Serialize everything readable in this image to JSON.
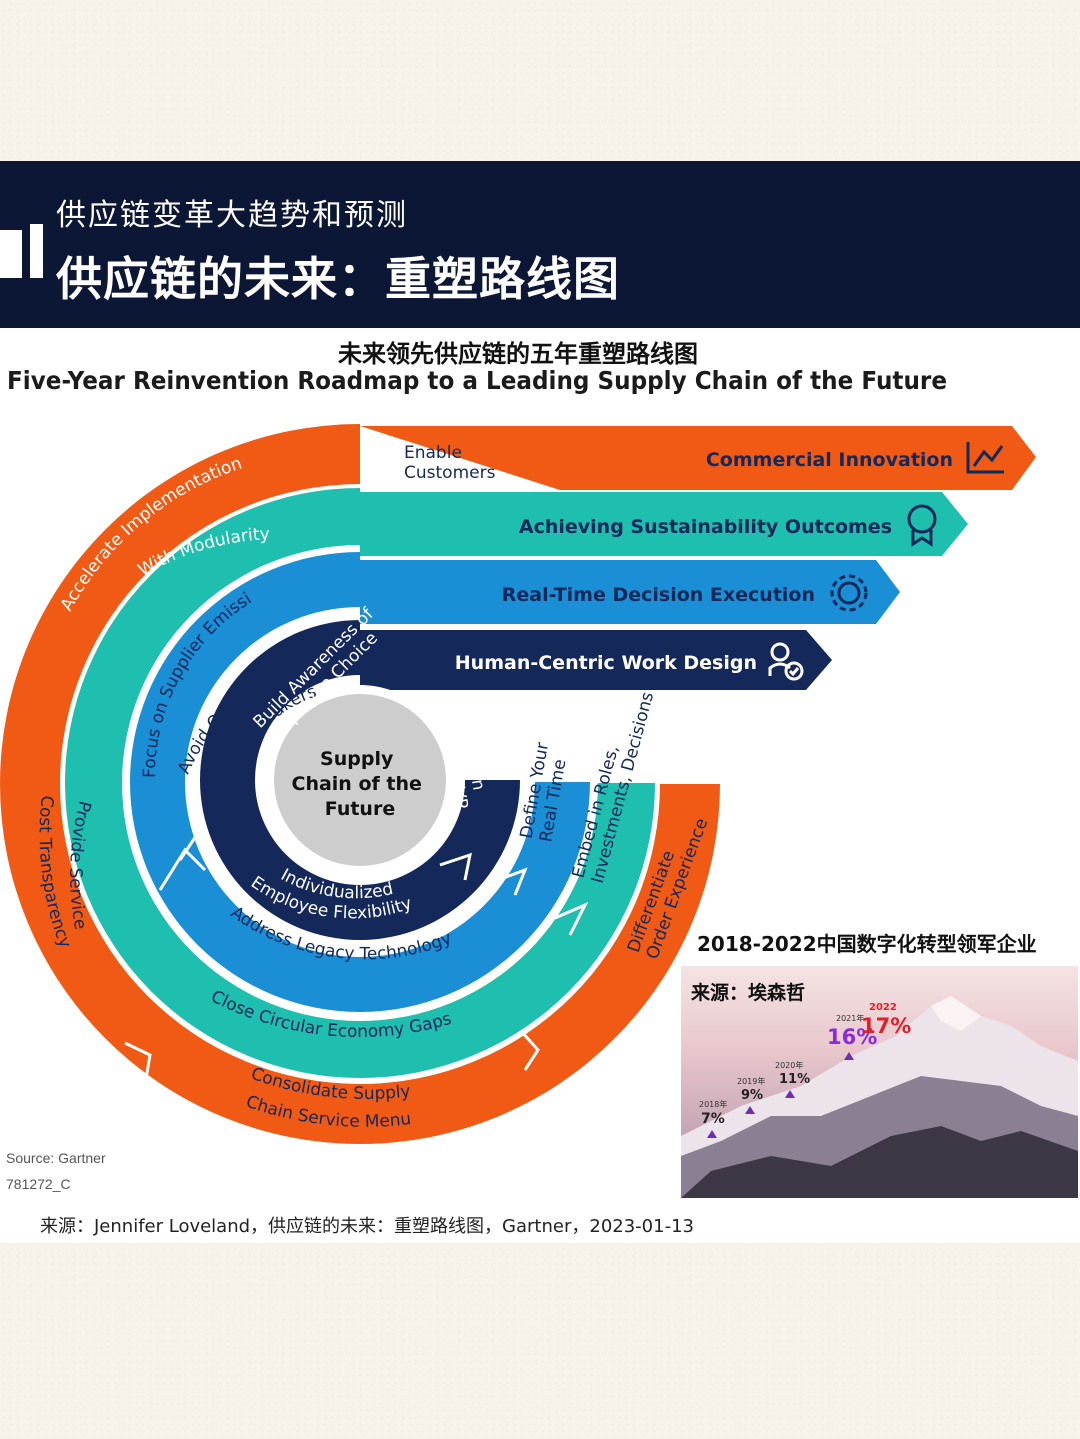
{
  "header": {
    "subtitle": "供应链变革大趋势和预测",
    "title": "供应链的未来：重塑路线图"
  },
  "figure": {
    "title_cn": "未来领先供应链的五年重塑路线图",
    "title_en": "Five-Year Reinvention Roadmap to a Leading Supply Chain of the Future",
    "center": [
      "Supply",
      "Chain of the",
      "Future"
    ],
    "arrows": [
      {
        "label": "Commercial Innovation",
        "color": "#f05a14",
        "icon": "trend-chart-icon"
      },
      {
        "label": "Achieving Sustainability Outcomes",
        "color": "#1fbfb0",
        "icon": "ribbon-award-icon"
      },
      {
        "label": "Real-Time Decision Execution",
        "color": "#1b8fd6",
        "icon": "gear-icon"
      },
      {
        "label": "Human-Centric Work Design",
        "color": "#14285a",
        "icon": "person-check-icon"
      }
    ],
    "ring_labels": {
      "enable_customers": [
        "Enable",
        "Customers"
      ],
      "accelerate": [
        "Accelerate Implementation",
        "With Modularity"
      ],
      "provide_service": [
        "Provide Service",
        "Cost Transparency"
      ],
      "consolidate": [
        "Consolidate Supply",
        "Chain Service Menu"
      ],
      "differentiate": [
        "Differentiate",
        "Order Experience"
      ],
      "focus_supplier": "Focus on Supplier Emissions",
      "close_circular": "Close Circular Economy Gaps",
      "embed_roles": [
        "Embed in Roles,",
        "Investments, Decisions"
      ],
      "avoid_overwhelming": [
        "Avoid Overwhelming",
        "Decision Makers"
      ],
      "address_legacy": "Address Legacy Technology",
      "define_real_time": [
        "Define Your",
        "Real Time"
      ],
      "build_awareness": [
        "Build Awareness of",
        "Employee Choice"
      ],
      "individualized": [
        "Individualized",
        "Employee Flexibility"
      ],
      "human_deal": [
        "Human",
        "Deal EVP"
      ]
    },
    "source": "Source: Gartner",
    "code": "781272_C"
  },
  "inset": {
    "title": "2018-2022中国数字化转型领军企业",
    "source": "来源：埃森哲",
    "points": [
      {
        "year": "2018年",
        "value": "7%"
      },
      {
        "year": "2019年",
        "value": "9%"
      },
      {
        "year": "2020年",
        "value": "11%"
      },
      {
        "year": "2021年",
        "value": "16%"
      },
      {
        "year": "2022",
        "value": "17%"
      }
    ],
    "colors": {
      "highlight_2021": "#8a2be2",
      "highlight_2022": "#e0202a",
      "marker": "#6b2fb0"
    }
  },
  "footer": {
    "source": "来源：Jennifer Loveland，供应链的未来：重塑路线图，Gartner，2023-01-13"
  }
}
